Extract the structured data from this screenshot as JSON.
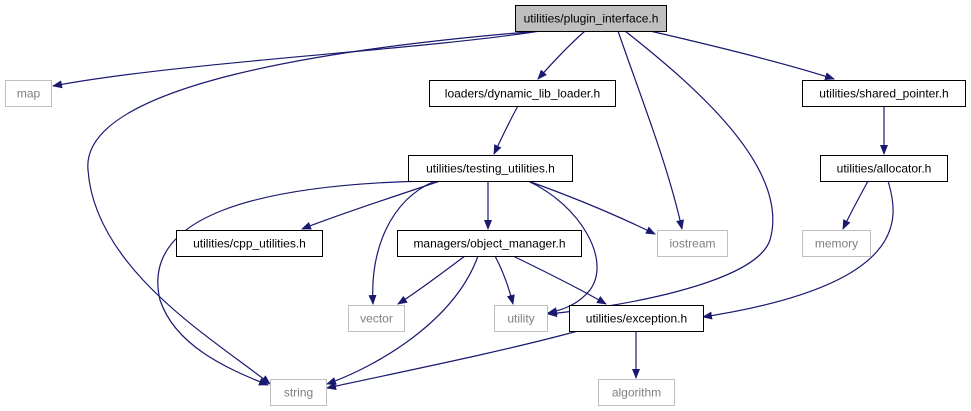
{
  "colors": {
    "edge": "#191970",
    "normal_border": "#000000",
    "normal_text": "#000000",
    "external_border": "#bfbfbf",
    "external_text": "#7f7f7f",
    "root_fill": "#bfbfbf",
    "node_fill": "#ffffff"
  },
  "nodes": [
    {
      "id": "plugin_interface",
      "label": "utilities/plugin_interface.h",
      "kind": "root"
    },
    {
      "id": "map",
      "label": "map",
      "kind": "external"
    },
    {
      "id": "dynamic_lib_loader",
      "label": "loaders/dynamic_lib_loader.h",
      "kind": "normal"
    },
    {
      "id": "shared_pointer",
      "label": "utilities/shared_pointer.h",
      "kind": "normal"
    },
    {
      "id": "testing_utilities",
      "label": "utilities/testing_utilities.h",
      "kind": "normal"
    },
    {
      "id": "allocator",
      "label": "utilities/allocator.h",
      "kind": "normal"
    },
    {
      "id": "cpp_utilities",
      "label": "utilities/cpp_utilities.h",
      "kind": "normal"
    },
    {
      "id": "object_manager",
      "label": "managers/object_manager.h",
      "kind": "normal"
    },
    {
      "id": "iostream",
      "label": "iostream",
      "kind": "external"
    },
    {
      "id": "memory",
      "label": "memory",
      "kind": "external"
    },
    {
      "id": "vector",
      "label": "vector",
      "kind": "external"
    },
    {
      "id": "utility",
      "label": "utility",
      "kind": "external"
    },
    {
      "id": "exception",
      "label": "utilities/exception.h",
      "kind": "normal"
    },
    {
      "id": "string",
      "label": "string",
      "kind": "external"
    },
    {
      "id": "algorithm",
      "label": "algorithm",
      "kind": "external"
    }
  ],
  "edges": [
    {
      "from": "plugin_interface",
      "to": "map"
    },
    {
      "from": "plugin_interface",
      "to": "string"
    },
    {
      "from": "plugin_interface",
      "to": "dynamic_lib_loader"
    },
    {
      "from": "plugin_interface",
      "to": "iostream"
    },
    {
      "from": "plugin_interface",
      "to": "utility"
    },
    {
      "from": "plugin_interface",
      "to": "shared_pointer"
    },
    {
      "from": "dynamic_lib_loader",
      "to": "testing_utilities"
    },
    {
      "from": "shared_pointer",
      "to": "allocator"
    },
    {
      "from": "testing_utilities",
      "to": "string"
    },
    {
      "from": "testing_utilities",
      "to": "cpp_utilities"
    },
    {
      "from": "testing_utilities",
      "to": "vector"
    },
    {
      "from": "testing_utilities",
      "to": "object_manager"
    },
    {
      "from": "testing_utilities",
      "to": "utility"
    },
    {
      "from": "testing_utilities",
      "to": "iostream"
    },
    {
      "from": "allocator",
      "to": "memory"
    },
    {
      "from": "allocator",
      "to": "exception"
    },
    {
      "from": "object_manager",
      "to": "vector"
    },
    {
      "from": "object_manager",
      "to": "string"
    },
    {
      "from": "object_manager",
      "to": "utility"
    },
    {
      "from": "object_manager",
      "to": "exception"
    },
    {
      "from": "exception",
      "to": "string"
    },
    {
      "from": "exception",
      "to": "algorithm"
    }
  ]
}
